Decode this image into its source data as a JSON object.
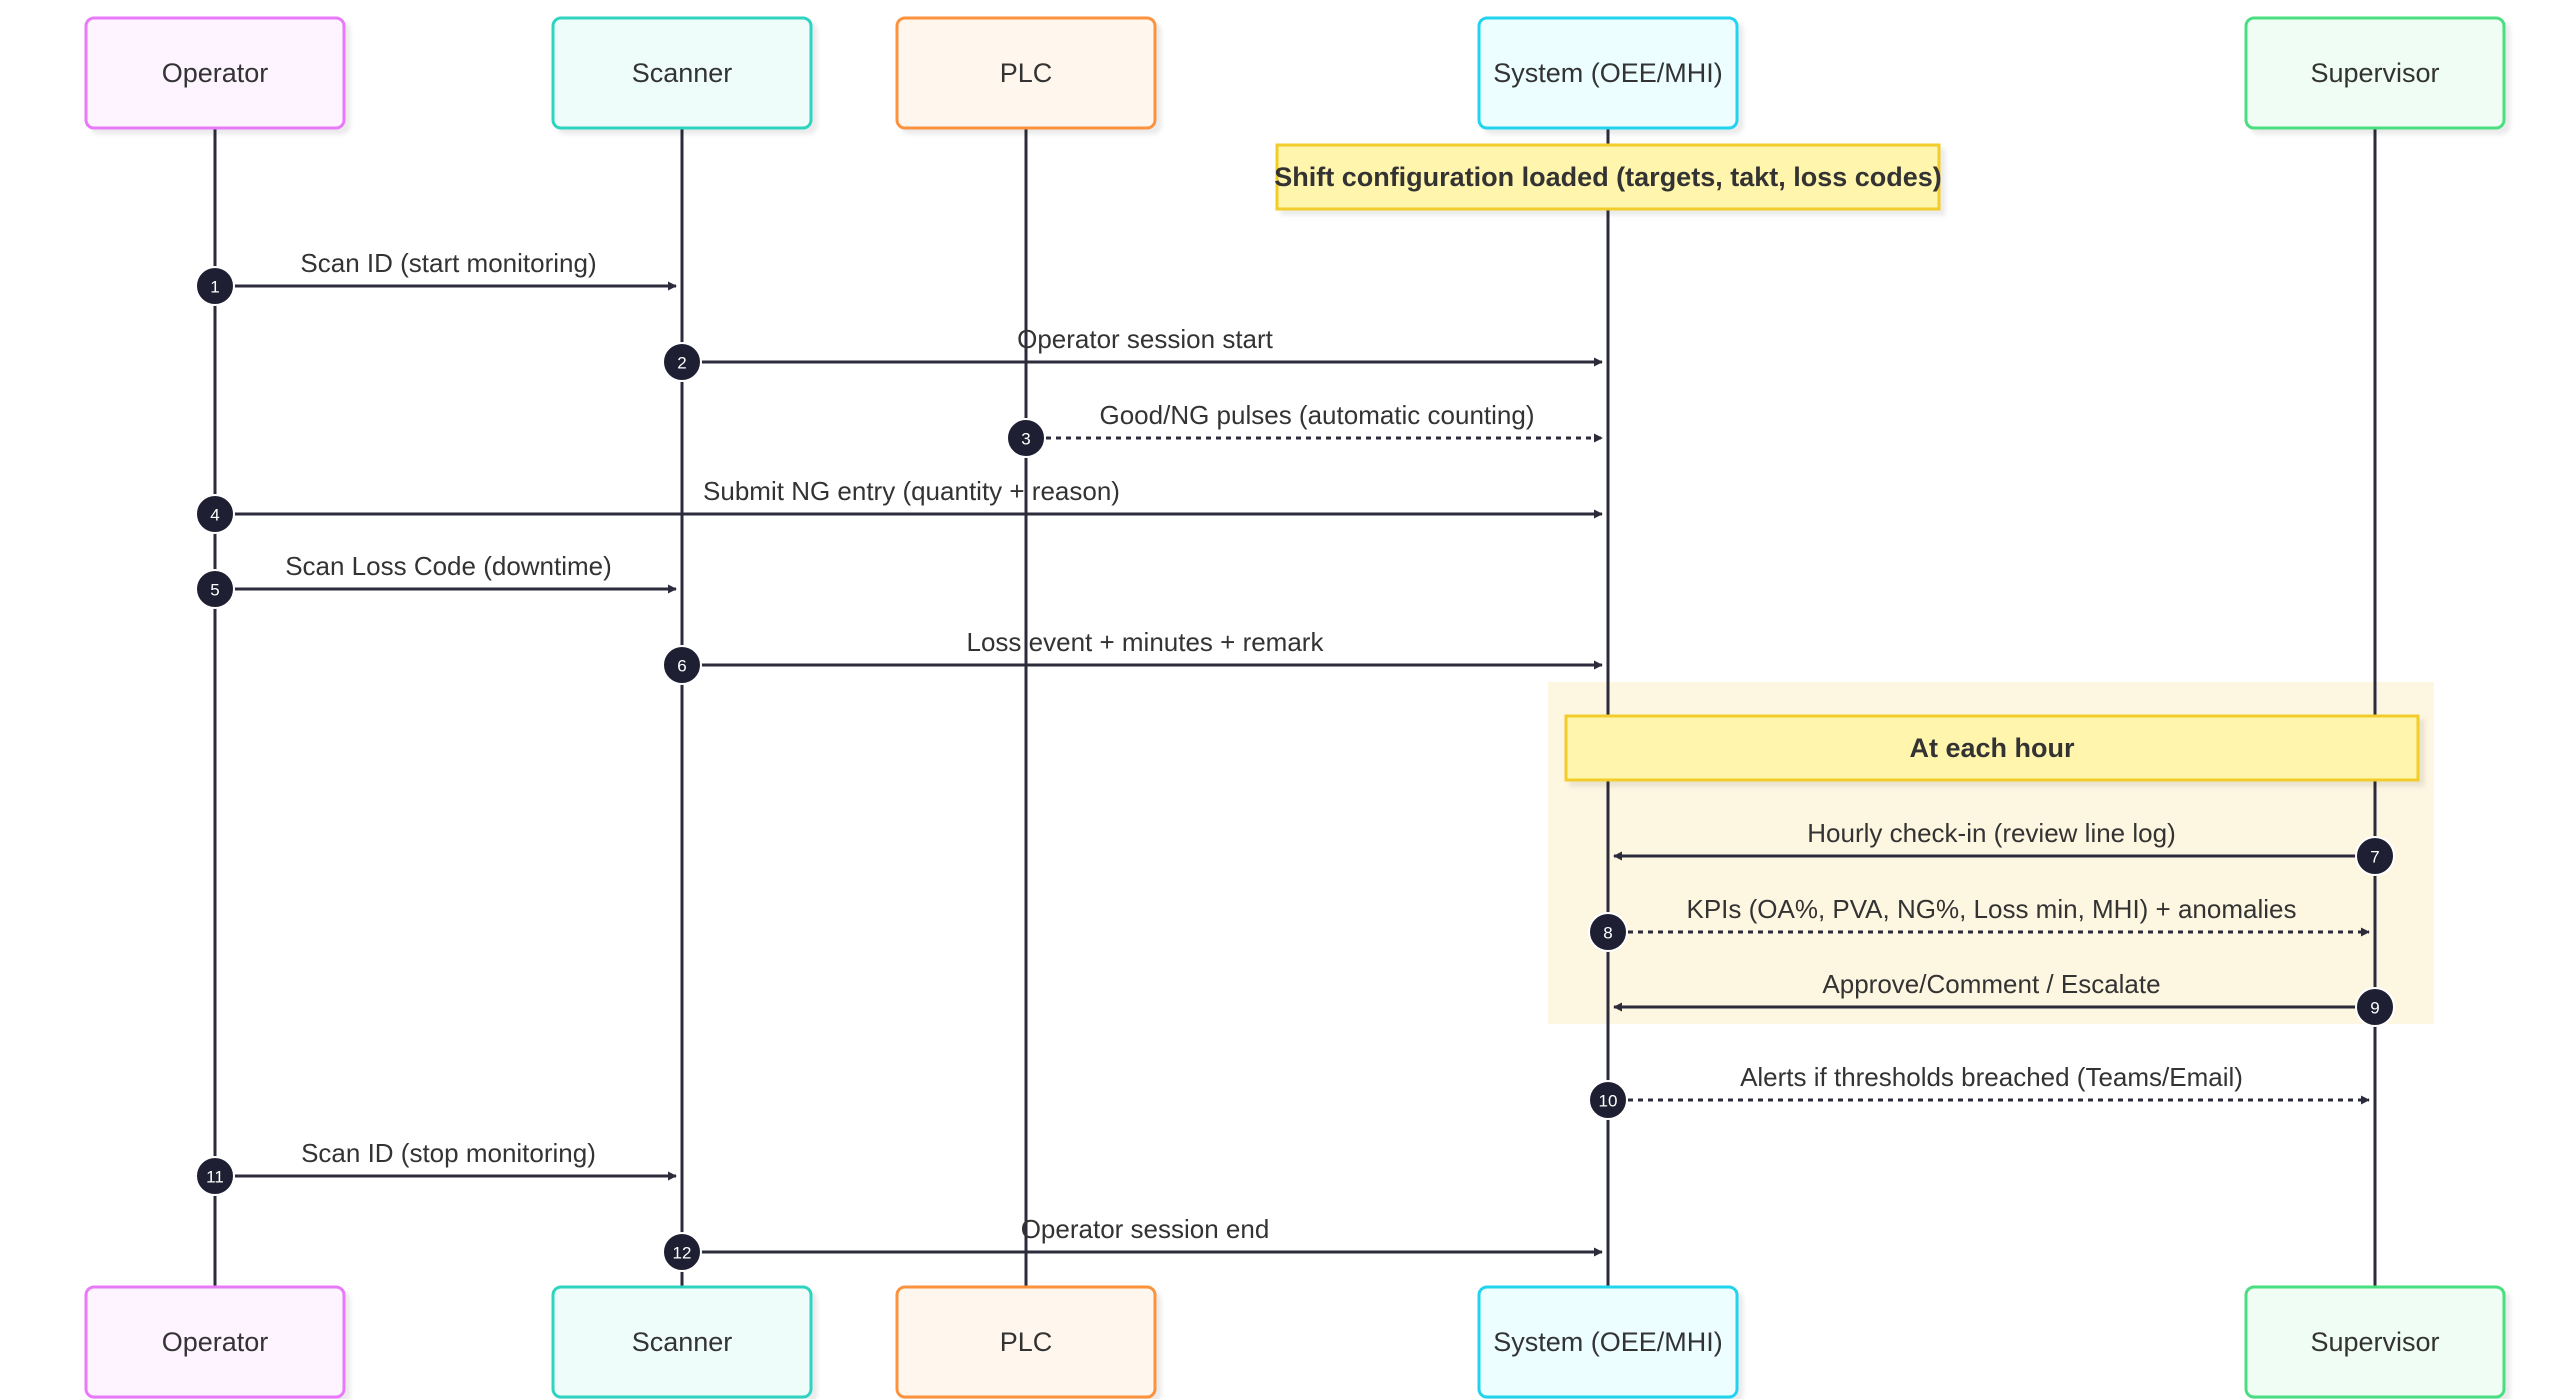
{
  "actors": [
    {
      "id": "operator",
      "label": "Operator",
      "fill": "#fdf4ff",
      "stroke": "#e879f9"
    },
    {
      "id": "scanner",
      "label": "Scanner",
      "fill": "#effdfa",
      "stroke": "#2dd4bf"
    },
    {
      "id": "plc",
      "label": "PLC",
      "fill": "#fff7ed",
      "stroke": "#fb923c"
    },
    {
      "id": "system",
      "label": "System (OEE/MHI)",
      "fill": "#ecfeff",
      "stroke": "#22d3ee"
    },
    {
      "id": "supervisor",
      "label": "Supervisor",
      "fill": "#f0fdf4",
      "stroke": "#4ade80"
    }
  ],
  "notes": [
    {
      "id": "shift-config",
      "text": "Shift configuration loaded (targets, takt, loss codes)"
    },
    {
      "id": "hourly-loop",
      "text": "At each hour"
    }
  ],
  "messages": [
    {
      "num": "1",
      "text": "Scan ID (start monitoring)",
      "from": "operator",
      "to": "scanner",
      "style": "solid"
    },
    {
      "num": "2",
      "text": "Operator session start",
      "from": "scanner",
      "to": "system",
      "style": "solid"
    },
    {
      "num": "3",
      "text": "Good/NG pulses (automatic counting)",
      "from": "plc",
      "to": "system",
      "style": "dotted"
    },
    {
      "num": "4",
      "text": "Submit NG entry (quantity + reason)",
      "from": "operator",
      "to": "system",
      "style": "solid"
    },
    {
      "num": "5",
      "text": "Scan Loss Code (downtime)",
      "from": "operator",
      "to": "scanner",
      "style": "solid"
    },
    {
      "num": "6",
      "text": "Loss event + minutes + remark",
      "from": "scanner",
      "to": "system",
      "style": "solid"
    },
    {
      "num": "7",
      "text": "Hourly check-in (review line log)",
      "from": "supervisor",
      "to": "system",
      "style": "solid"
    },
    {
      "num": "8",
      "text": "KPIs (OA%, PVA, NG%, Loss min, MHI) + anomalies",
      "from": "system",
      "to": "supervisor",
      "style": "dotted"
    },
    {
      "num": "9",
      "text": "Approve/Comment / Escalate",
      "from": "supervisor",
      "to": "system",
      "style": "solid"
    },
    {
      "num": "10",
      "text": "Alerts if thresholds breached (Teams/Email)",
      "from": "system",
      "to": "supervisor",
      "style": "dotted"
    },
    {
      "num": "11",
      "text": "Scan ID (stop monitoring)",
      "from": "operator",
      "to": "scanner",
      "style": "solid"
    },
    {
      "num": "12",
      "text": "Operator session end",
      "from": "scanner",
      "to": "system",
      "style": "solid"
    }
  ],
  "colors": {
    "line": "#2b2b3b",
    "badge": "#1f1f33",
    "note_fill": "#fff5ad",
    "note_stroke": "#f2cc2a",
    "loop_fill": "#fdf6e1",
    "text": "#333333"
  }
}
